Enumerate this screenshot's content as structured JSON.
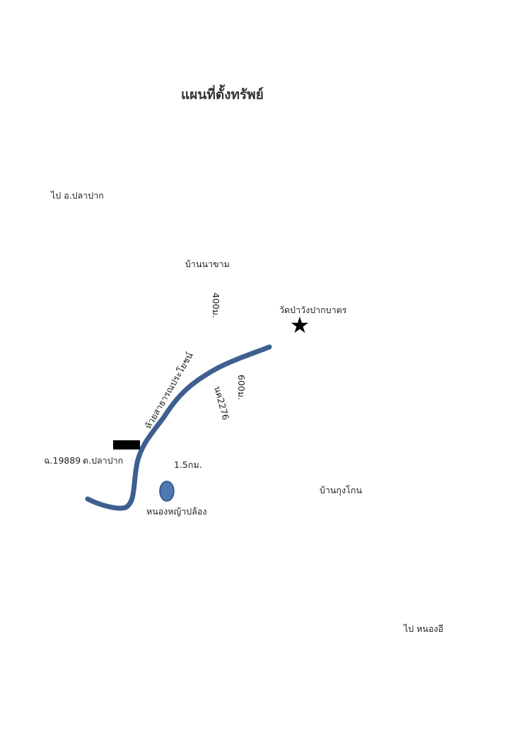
{
  "title": "แผนที่ตั้งทรัพย์",
  "colors": {
    "road": "#000000",
    "stream": "#3e5f8f",
    "pond": "#4f77b0",
    "pond_outline": "#2f4f80",
    "marker": "#000000"
  },
  "labels": {
    "to_pla_pak": "ไป อ.ปลาปาก",
    "ban_na_kham": "บ้านนาขาม",
    "dist_400m": "400ม.",
    "wat": "วัดป่าวังปากบาตร",
    "stream": "ห้วยสาธารณประโยชน์",
    "dist_600m": "600ม.",
    "route_2276": "นค2276",
    "deed": "ฉ.19889",
    "subdistrict": "ต.ปลาปาก",
    "dist_15km": "1.5กม.",
    "ban_kung_kon": "บ้านกุงโกน",
    "pond": "หนองหญ้าปล้อง",
    "to_nong_i": "ไป หนองอี"
  },
  "icons": {
    "temple": "star-icon",
    "property": "property-marker"
  }
}
